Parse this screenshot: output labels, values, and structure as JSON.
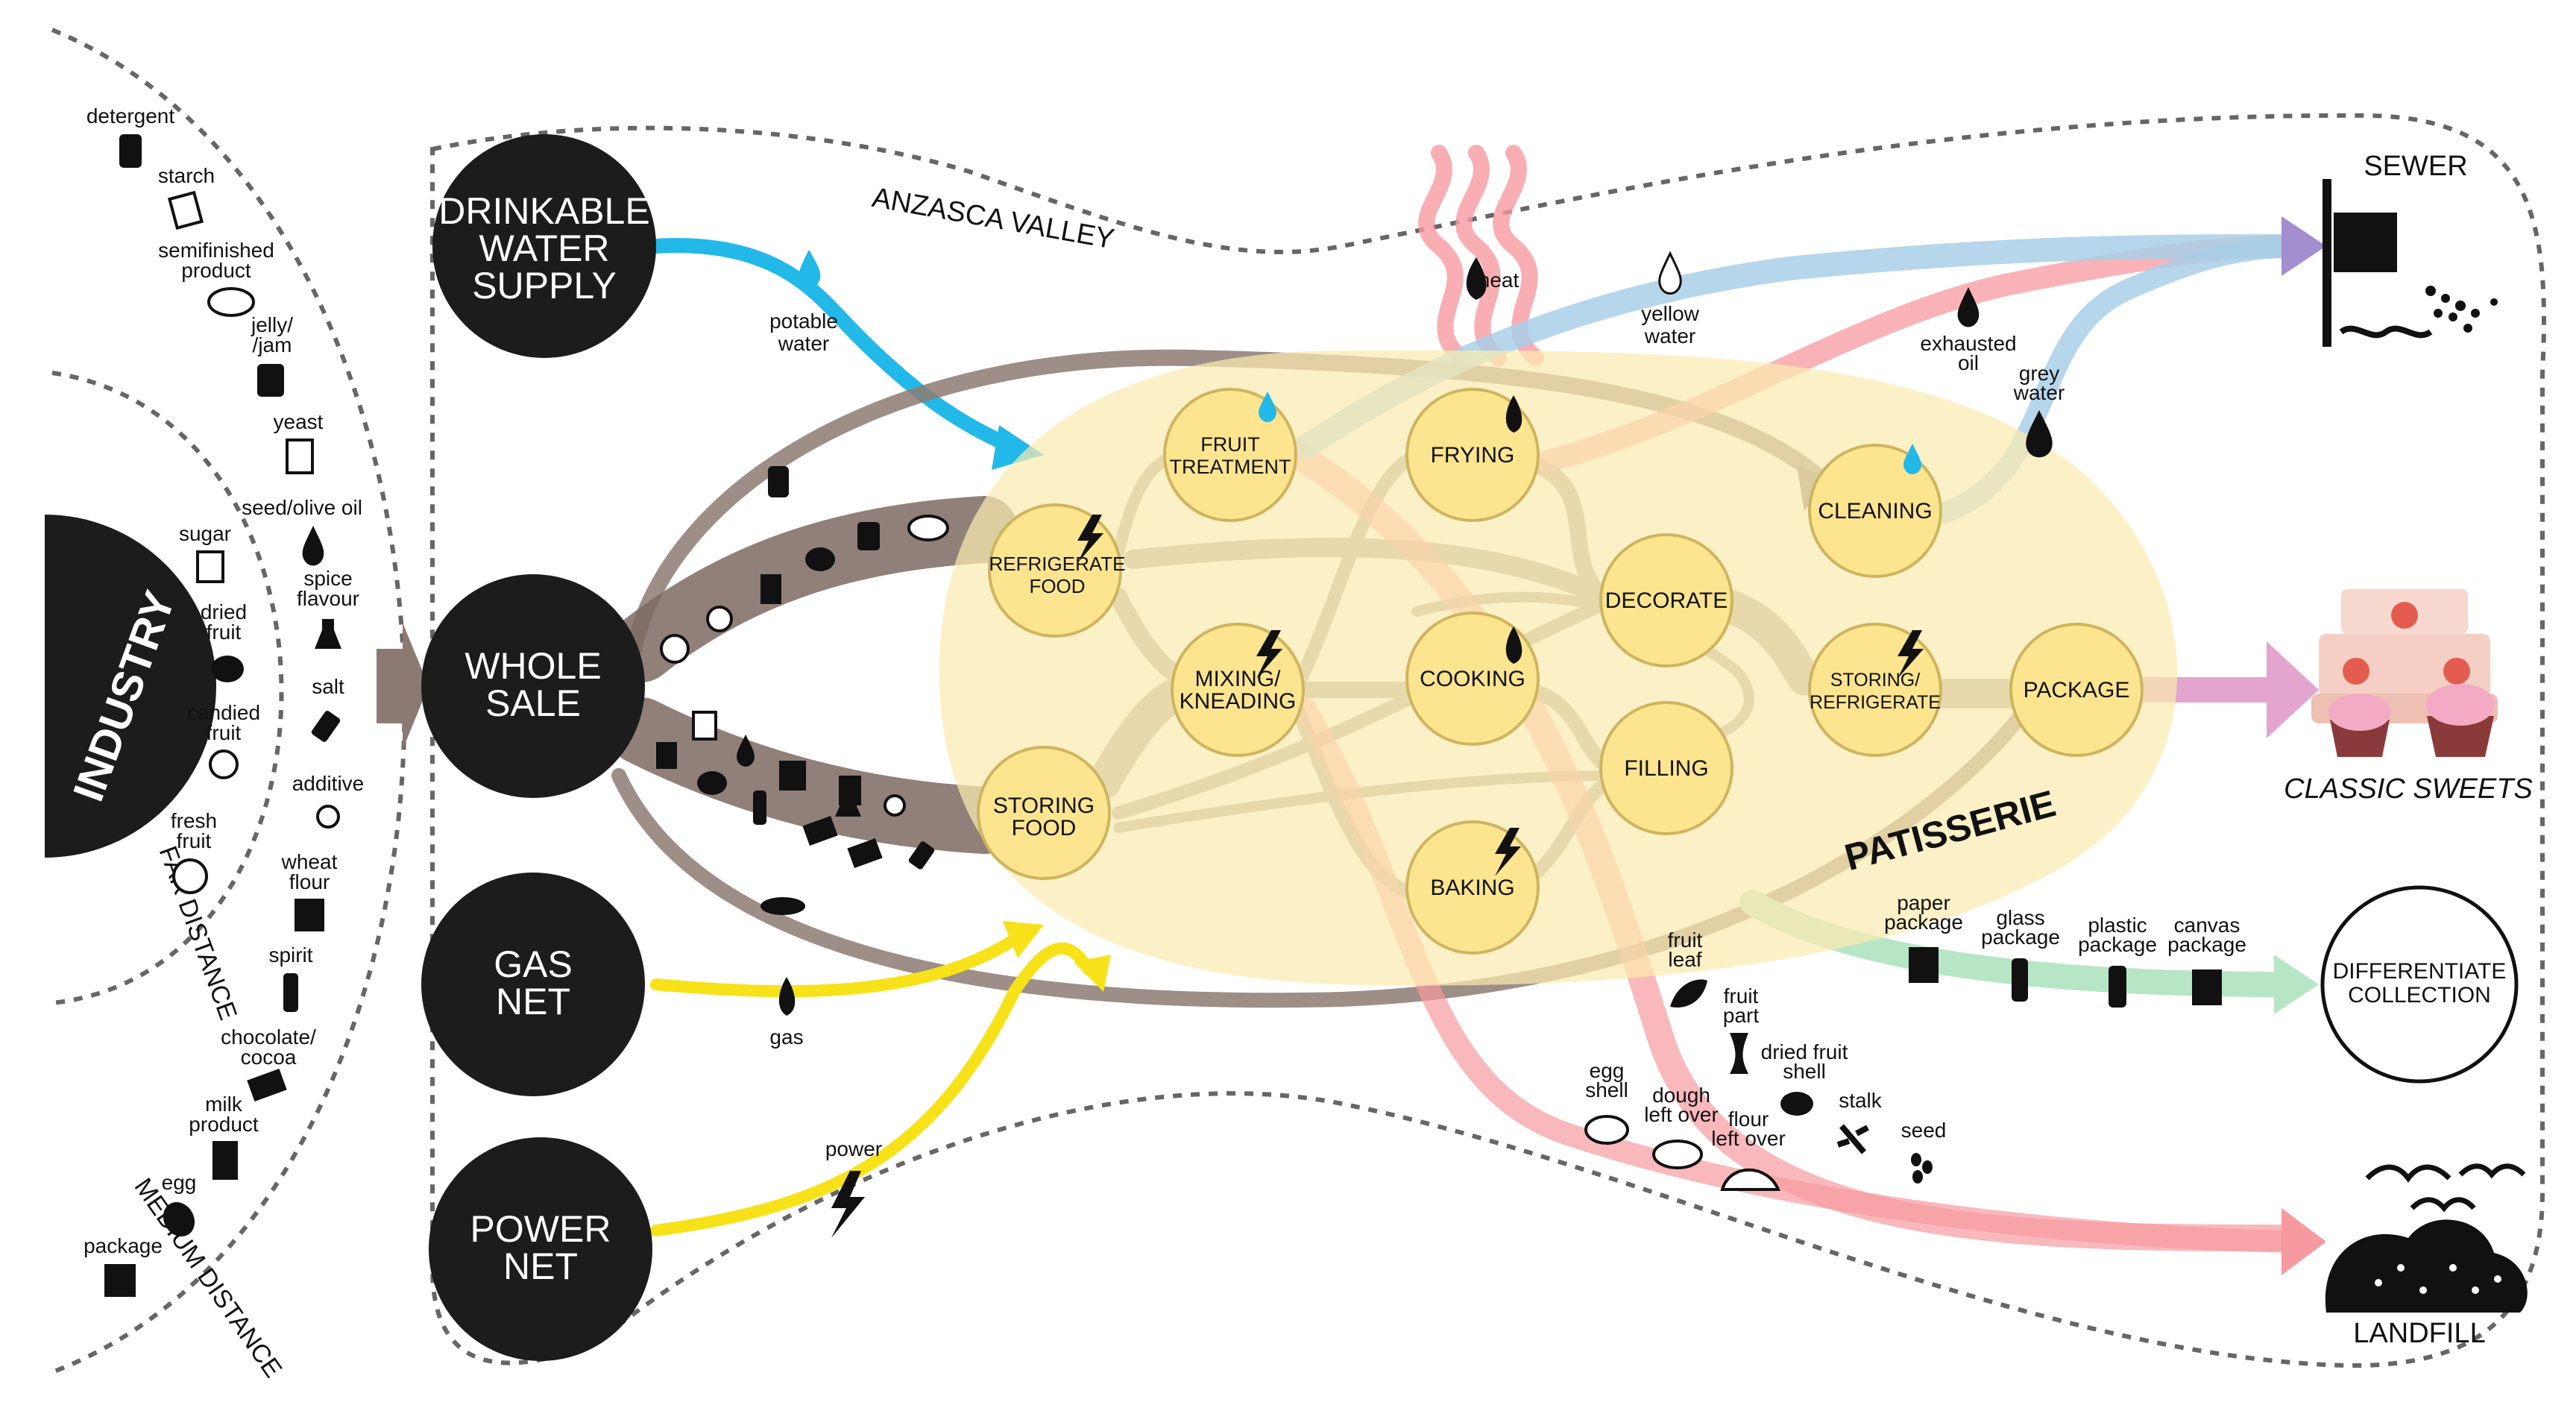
{
  "colors": {
    "brown_flow": "#8c7a72",
    "grey_flow": "#9a9080",
    "water_flow": "#22b8e8",
    "yellow_flow": "#f7e21a",
    "heat_flow": "#f79aa0",
    "light_blue_flow": "#a9cfe8",
    "pink_flow": "#e3a5cf",
    "green_flow": "#b7e6c6",
    "violet_flow": "#a38ed0",
    "patisserie_blob": "#fbeab0",
    "process_node": "#fde48f",
    "process_node_stroke": "#cdb560",
    "source_node": "#1c1c1c"
  },
  "industry": {
    "title": "INDUSTRY",
    "far_distance": "FAR DISTANCE",
    "medium_distance": "MEDIUM DISTANCE",
    "inputs": [
      {
        "label": "detergent",
        "icon": "detergent-bottle-icon"
      },
      {
        "label": "starch",
        "icon": "starch-box-icon"
      },
      {
        "label": "semifinished product",
        "icon": "croissant-icon"
      },
      {
        "label": "jelly/ /jam",
        "icon": "jam-jar-icon"
      },
      {
        "label": "yeast",
        "icon": "yeast-package-icon"
      },
      {
        "label": "seed/olive oil",
        "icon": "oil-drop-icon"
      },
      {
        "label": "sugar",
        "icon": "sugar-cube-icon"
      },
      {
        "label": "spice flavour",
        "icon": "spice-bottle-icon"
      },
      {
        "label": "dried fruit",
        "icon": "walnut-icon"
      },
      {
        "label": "salt",
        "icon": "salt-shaker-icon"
      },
      {
        "label": "candied fruit",
        "icon": "candied-fruit-icon"
      },
      {
        "label": "additive",
        "icon": "additive-icon"
      },
      {
        "label": "fresh fruit",
        "icon": "citrus-slice-icon"
      },
      {
        "label": "wheat flour",
        "icon": "flour-sack-icon"
      },
      {
        "label": "spirit",
        "icon": "spirit-bottle-icon"
      },
      {
        "label": "chocolate/ cocoa",
        "icon": "chocolate-bar-icon"
      },
      {
        "label": "milk product",
        "icon": "milk-carton-icon"
      },
      {
        "label": "egg",
        "icon": "egg-icon"
      },
      {
        "label": "package",
        "icon": "package-box-icon"
      }
    ]
  },
  "sources": {
    "water": "DRINKABLE WATER SUPPLY",
    "wholesale": "WHOLE SALE",
    "gas": "GAS NET",
    "power": "POWER NET"
  },
  "region_label": "ANZASCA VALLEY",
  "patisserie_label": "PATISSERIE",
  "processes": {
    "refrigerate": "REFRIGERATE FOOD",
    "storing": "STORING FOOD",
    "fruit_treatment": "FRUIT TREATMENT",
    "mixing": "MIXING/ KNEADING",
    "frying": "FRYING",
    "cooking": "COOKING",
    "baking": "BAKING",
    "decorate": "DECORATE",
    "filling": "FILLING",
    "cleaning": "CLEANING",
    "storing_refrigerate": "STORING/ REFRIGERATE",
    "package": "PACKAGE"
  },
  "flow_labels": {
    "potable_water": "potable water",
    "gas": "gas",
    "power": "power",
    "heat": "heat",
    "yellow_water": "yellow water",
    "exhausted_oil": "exhausted oil",
    "grey_water": "grey water"
  },
  "outputs": {
    "sewer": "SEWER",
    "classic_sweets": "CLASSIC SWEETS",
    "differentiate_collection": "DIFFERENTIATE COLLECTION",
    "landfill": "LANDFILL"
  },
  "packages": [
    {
      "label": "paper package",
      "icon": "paper-bag-icon"
    },
    {
      "label": "glass package",
      "icon": "glass-bottle-icon"
    },
    {
      "label": "plastic package",
      "icon": "plastic-bottle-icon"
    },
    {
      "label": "canvas package",
      "icon": "canvas-sack-icon"
    }
  ],
  "waste": [
    {
      "label": "fruit leaf",
      "icon": "leaf-icon"
    },
    {
      "label": "fruit part",
      "icon": "apple-core-icon"
    },
    {
      "label": "dried fruit shell",
      "icon": "nut-shell-icon"
    },
    {
      "label": "stalk",
      "icon": "stalk-icon"
    },
    {
      "label": "seed",
      "icon": "seeds-icon"
    },
    {
      "label": "egg shell",
      "icon": "egg-shell-icon"
    },
    {
      "label": "dough left over",
      "icon": "dough-icon"
    },
    {
      "label": "flour left over",
      "icon": "flour-pile-icon"
    }
  ]
}
